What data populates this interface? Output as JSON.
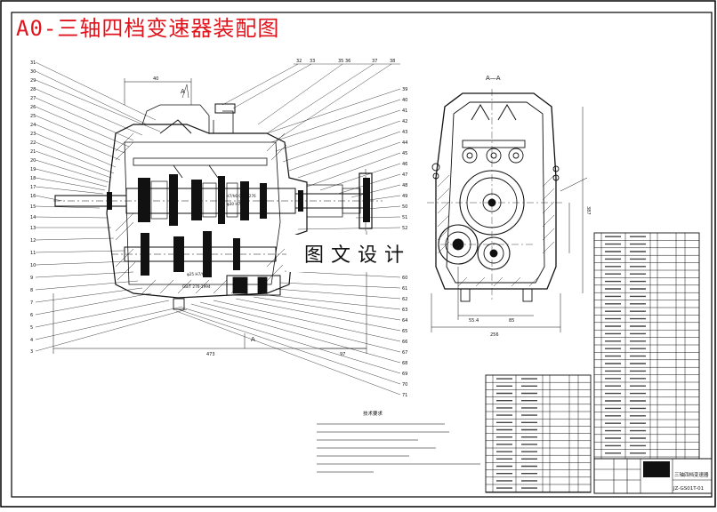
{
  "drawing_title": "A0-三轴四档变速器装配图",
  "watermark": "图文设计",
  "section_label": "A—A",
  "tech_requirements_heading": "技术要求",
  "drawing_number": "JZ-GS01T-01",
  "title_block_name": "三轴四档变速器",
  "dimensions": {
    "overall_length": "473",
    "rear_length": "97",
    "section_width": "256",
    "overall_height": "387",
    "center_distance": "85",
    "shaft_offset": "55.4",
    "top_dim": "40"
  },
  "section_marks": [
    "A",
    "A"
  ],
  "colors": {
    "title": "#e0141c",
    "lines": "#111111",
    "border": "#000000"
  }
}
